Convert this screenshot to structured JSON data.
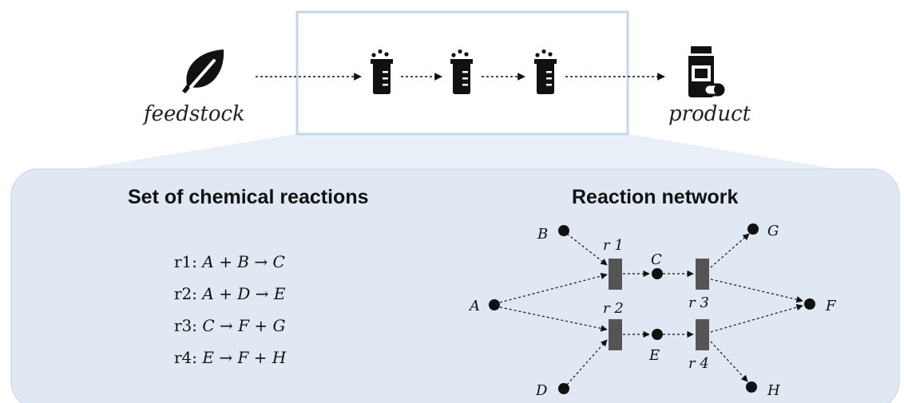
{
  "pipeline": {
    "input_label": "feedstock",
    "output_label": "product",
    "icons": {
      "input": "leaf-icon",
      "reactor": "beaker-icon",
      "output": "medicine-bottle-icon"
    }
  },
  "left_panel": {
    "title": "Set of chemical reactions",
    "reactions": [
      {
        "id": "r1:",
        "equation": "A + B → C"
      },
      {
        "id": "r2:",
        "equation": "A + D → E"
      },
      {
        "id": "r3:",
        "equation": "C → F + G"
      },
      {
        "id": "r4:",
        "equation": "E → F + H"
      }
    ]
  },
  "right_panel": {
    "title": "Reaction network",
    "species": [
      "A",
      "B",
      "C",
      "D",
      "E",
      "F",
      "G",
      "H"
    ],
    "reaction_nodes": [
      "r 1",
      "r 2",
      "r 3",
      "r 4"
    ]
  },
  "colors": {
    "panel_fill": "#dfe8f3",
    "panel_border": "#cfdcec",
    "node": "#111111",
    "reaction_box": "#555555"
  }
}
